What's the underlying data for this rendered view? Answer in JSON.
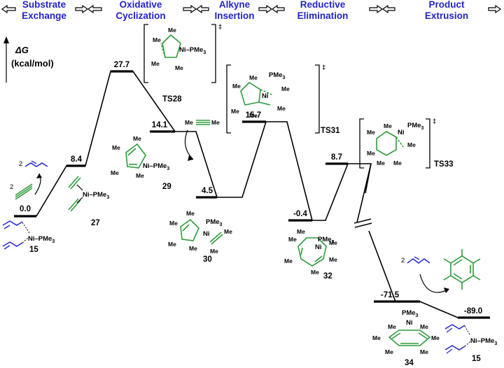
{
  "stages": [
    {
      "line1": "Substrate",
      "line2": "Exchange"
    },
    {
      "line1": "Oxidative",
      "line2": "Cyclization"
    },
    {
      "line1": "Alkyne",
      "line2": "Insertion"
    },
    {
      "line1": "Reductive",
      "line2": "Elimination"
    },
    {
      "line1": "Product",
      "line2": "Extrusion"
    }
  ],
  "axis": {
    "label": "ΔG",
    "unit": "(kcal/mol)"
  },
  "levels": [
    {
      "id": "15",
      "energy": 0.0,
      "text": "0.0"
    },
    {
      "id": "27",
      "energy": 8.4,
      "text": "8.4"
    },
    {
      "id": "TS28",
      "energy": 27.7,
      "text": "27.7"
    },
    {
      "id": "29",
      "energy": 14.1,
      "text": "14.1"
    },
    {
      "id": "30",
      "energy": 4.5,
      "text": "4.5"
    },
    {
      "id": "TS31",
      "energy": 15.7,
      "text": "15.7"
    },
    {
      "id": "32",
      "energy": -0.4,
      "text": "-0.4"
    },
    {
      "id": "TS33",
      "energy": 8.7,
      "text": "8.7"
    },
    {
      "id": "34",
      "energy": -71.5,
      "text": "-71.5"
    },
    {
      "id": "15b",
      "energy": -89.0,
      "text": "-89.0"
    }
  ],
  "labels": {
    "c15": "15",
    "c27": "27",
    "ts28": "TS28",
    "c29": "29",
    "c30": "30",
    "ts31": "TS31",
    "c32": "32",
    "ts33": "TS33",
    "c34": "34",
    "c15b": "15"
  },
  "chem": {
    "me": "Me",
    "ni": "Ni",
    "ni_pme3": "Ni–PMe",
    "pme3": "PMe",
    "sub3": "3",
    "dagger": "‡",
    "coef": "2"
  },
  "colors": {
    "stage": "#2323c8",
    "green": "#2e9a3c",
    "blue": "#2b2bd0"
  }
}
